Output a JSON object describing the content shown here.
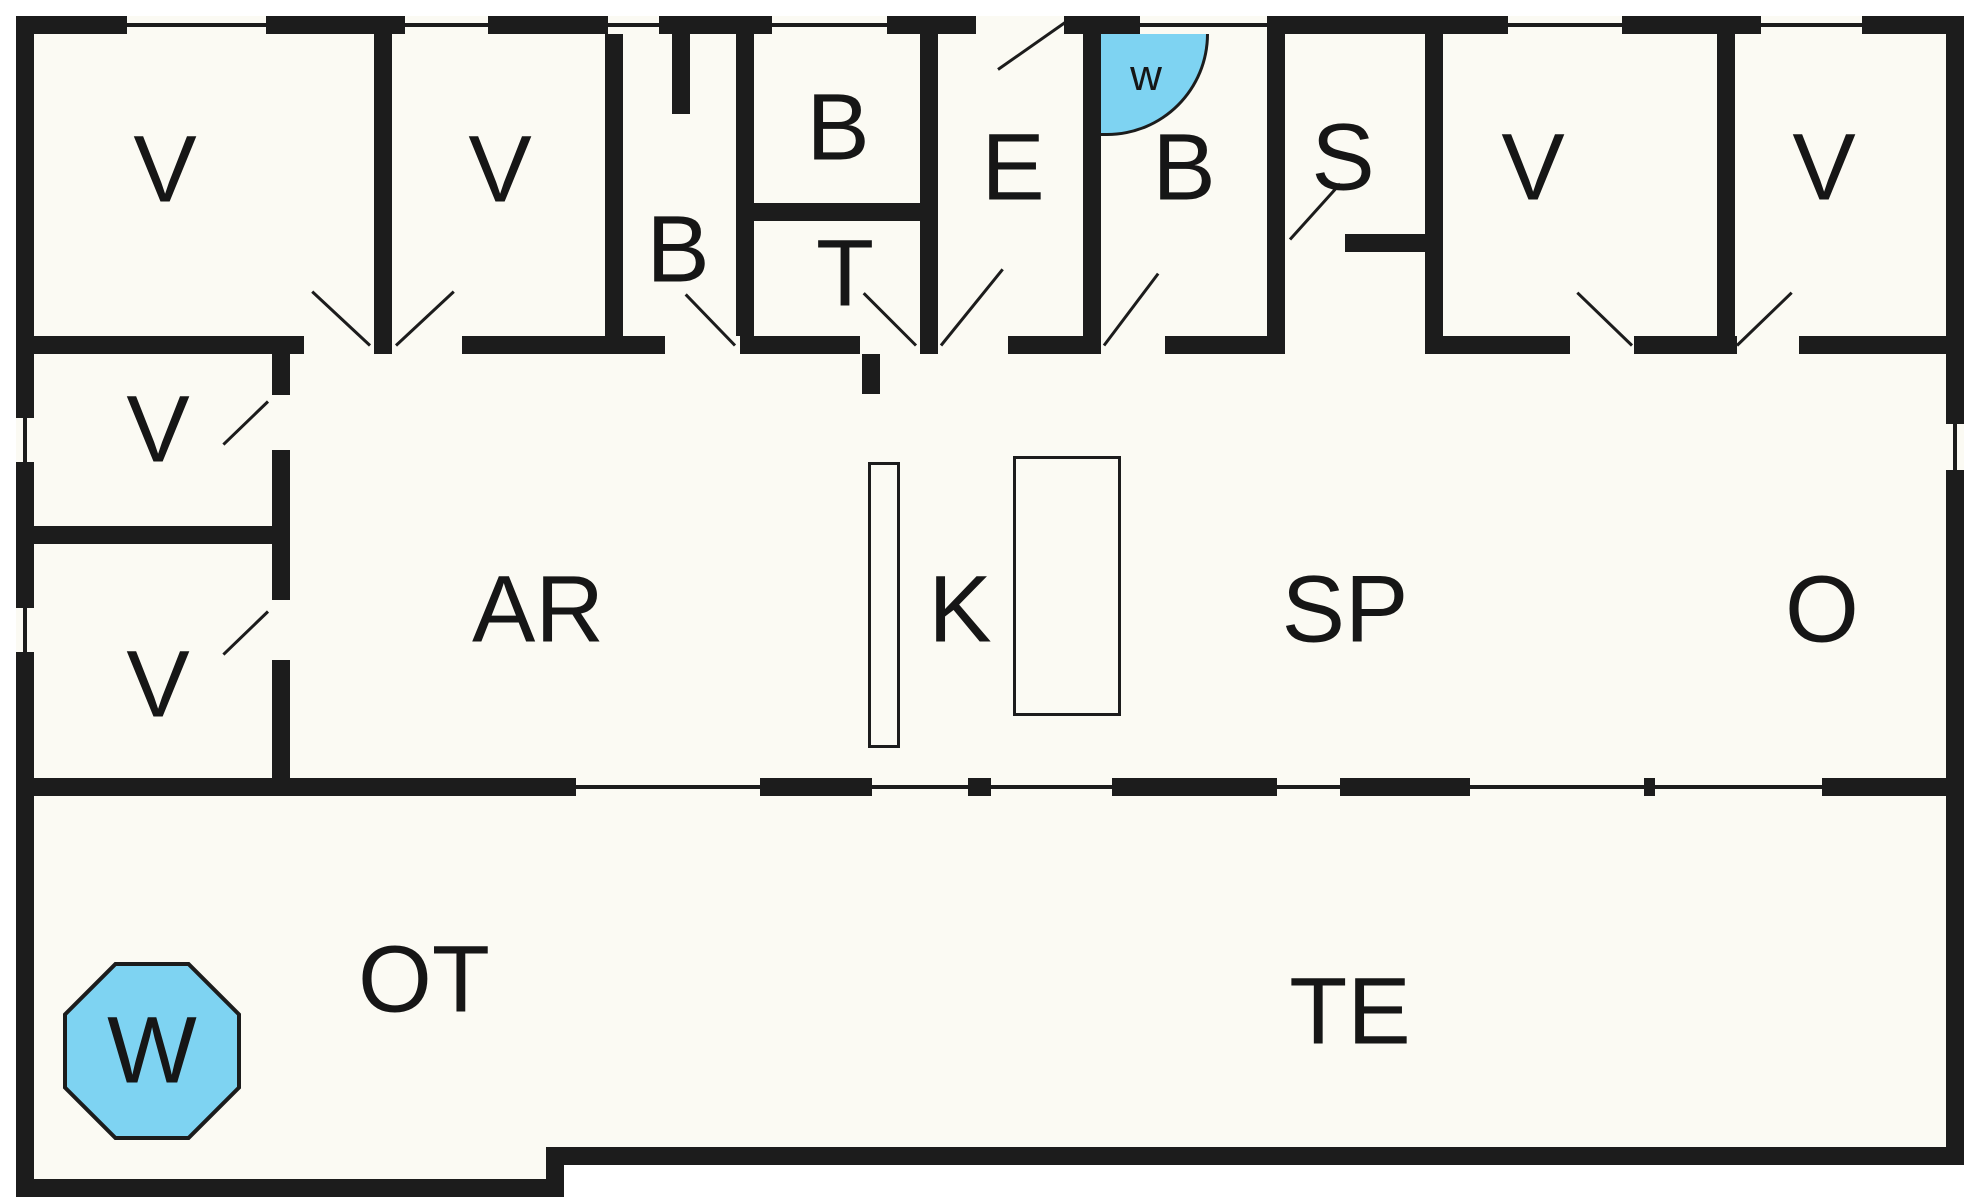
{
  "palette": {
    "wall": "#1c1c1c",
    "floor": "#fbfaf3",
    "water": "#7ed3f2"
  },
  "rooms": {
    "v1": {
      "label": "V"
    },
    "v2": {
      "label": "V"
    },
    "hall_b": {
      "label": "B"
    },
    "bath_upper": {
      "label": "B"
    },
    "toilet": {
      "label": "T"
    },
    "entry": {
      "label": "E"
    },
    "bath": {
      "label": "B"
    },
    "storage": {
      "label": "S"
    },
    "v3": {
      "label": "V"
    },
    "v4": {
      "label": "V"
    },
    "v5": {
      "label": "V"
    },
    "v6": {
      "label": "V"
    },
    "living": {
      "label": "AR"
    },
    "kitchen": {
      "label": "K"
    },
    "dining": {
      "label": "SP"
    },
    "o_room": {
      "label": "O"
    },
    "covered_terrace": {
      "label": "OT"
    },
    "terrace": {
      "label": "TE"
    }
  },
  "features": {
    "shower": {
      "label": "w"
    },
    "whirlpool": {
      "label": "W"
    }
  }
}
